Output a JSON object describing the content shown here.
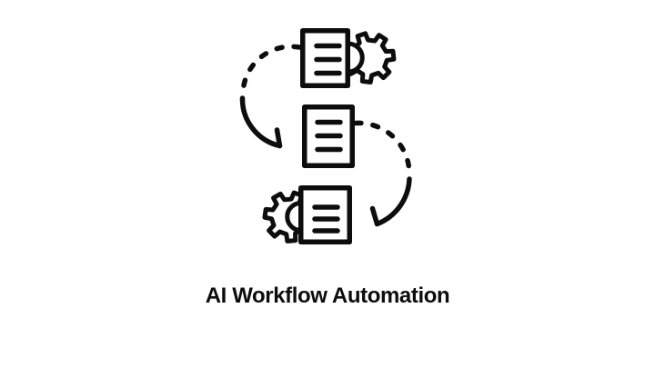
{
  "page": {
    "background_color": "#ffffff",
    "ink_color": "#0d0d0d"
  },
  "caption": {
    "title": "AI Workflow Automation"
  },
  "illustration": {
    "steps": [
      {
        "icon": "document-gear-icon",
        "gear_side": "right",
        "document_line_count": 3,
        "position": "top"
      },
      {
        "icon": "document-icon",
        "gear_side": "none",
        "document_line_count": 3,
        "position": "middle"
      },
      {
        "icon": "document-gear-icon",
        "gear_side": "left",
        "document_line_count": 3,
        "position": "bottom"
      }
    ],
    "connectors": [
      {
        "icon": "dashed-curved-arrow",
        "from": "top",
        "to": "middle",
        "bend": "left"
      },
      {
        "icon": "dashed-curved-arrow",
        "from": "middle",
        "to": "bottom",
        "bend": "right"
      }
    ]
  }
}
